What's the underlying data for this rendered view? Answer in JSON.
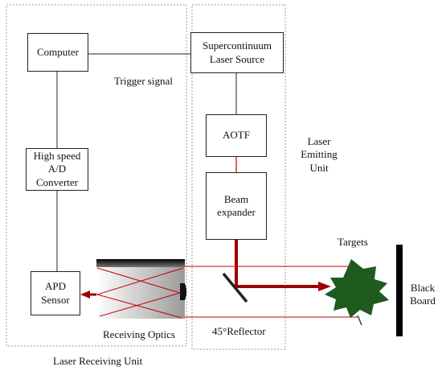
{
  "blocks": {
    "computer": "Computer",
    "laser_source": "Supercontinuum\nLaser Source",
    "aotf": "AOTF",
    "beam_expander": "Beam\nexpander",
    "adc": "High speed\nA/D\nConverter",
    "apd": "APD\nSensor"
  },
  "labels": {
    "trigger_signal": "Trigger signal",
    "laser_emitting_unit": "Laser\nEmitting\nUnit",
    "targets": "Targets",
    "black_board": "Black\nBoard",
    "receiving_optics": "Receiving Optics",
    "reflector": "45°Reflector",
    "laser_receiving_unit": "Laser Receiving Unit"
  },
  "colors": {
    "beam": "#c00000",
    "leaf": "#1f5a1f",
    "dashed_border": "#999999"
  }
}
